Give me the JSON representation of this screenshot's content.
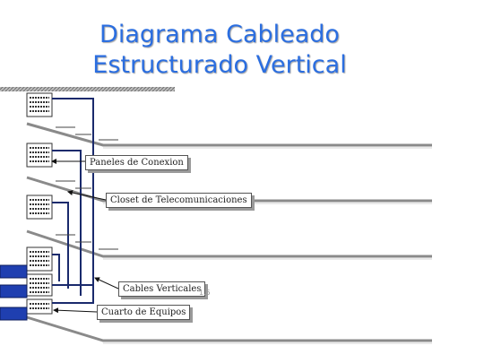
{
  "title": {
    "line1": "Diagrama Cableado",
    "line2": "Estructurado Vertical"
  },
  "labels": {
    "paneles": "Paneles de Conexion",
    "closet": "Closet de Telecomunicaciones",
    "cables": "Cables Verticales",
    "cuarto": "Cuarto de Equipos"
  },
  "page_number": "1.5",
  "colors": {
    "title": "#2b6ee0",
    "cable": "#1a2a6c",
    "floor": "#8a8a8a",
    "equipment": "#1f3fb0"
  }
}
